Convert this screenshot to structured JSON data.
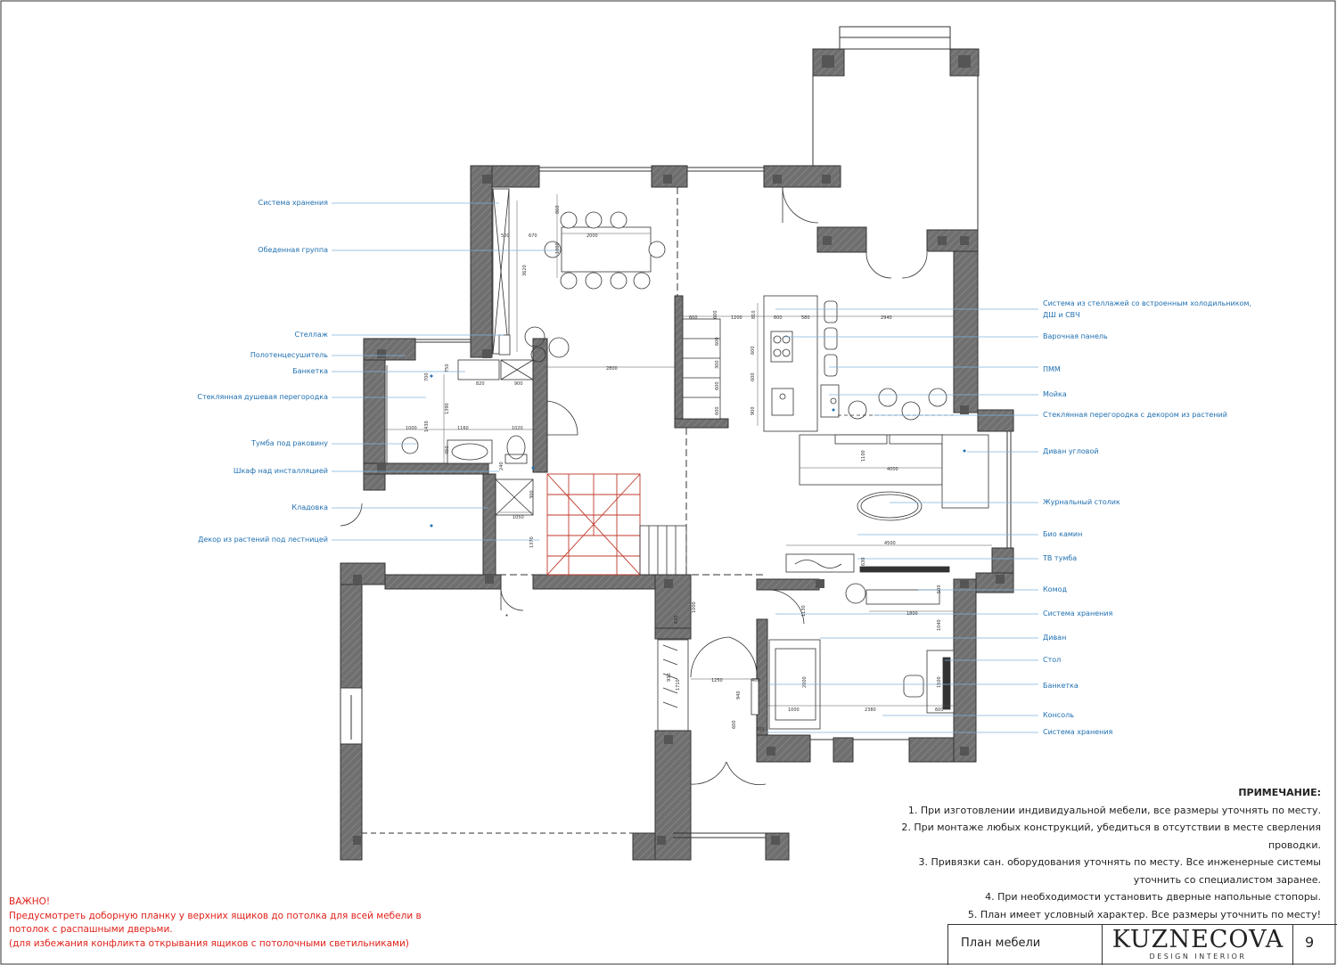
{
  "labels_left": [
    {
      "id": "storage-system-1",
      "text": "Система хранения"
    },
    {
      "id": "dining-group",
      "text": "Обеденная группа"
    },
    {
      "id": "rack",
      "text": "Стеллаж"
    },
    {
      "id": "towel-dryer",
      "text": "Полотенцесушитель"
    },
    {
      "id": "bench-1",
      "text": "Банкетка"
    },
    {
      "id": "glass-shower-partition",
      "text": "Стеклянная душевая перегородка"
    },
    {
      "id": "sink-cabinet",
      "text": "Тумба под раковину"
    },
    {
      "id": "installation-cabinet",
      "text": "Шкаф над инсталляцией"
    },
    {
      "id": "pantry",
      "text": "Кладовка"
    },
    {
      "id": "plant-decor-stairs",
      "text": "Декор из растений под лестницей"
    }
  ],
  "labels_right": [
    {
      "id": "shelving-fridge",
      "text": "Система из стеллажей со встроенным холодильником,"
    },
    {
      "id": "shelving-fridge-2",
      "text": "ДШ и СВЧ"
    },
    {
      "id": "cooktop",
      "text": "Варочная панель"
    },
    {
      "id": "dishwasher",
      "text": "ПММ"
    },
    {
      "id": "kitchen-sink",
      "text": "Мойка"
    },
    {
      "id": "glass-partition-plants",
      "text": "Стеклянная перегородка с декором из растений"
    },
    {
      "id": "corner-sofa",
      "text": "Диван угловой"
    },
    {
      "id": "coffee-table",
      "text": "Журнальный столик"
    },
    {
      "id": "bio-fireplace",
      "text": "Био камин"
    },
    {
      "id": "tv-stand",
      "text": "ТВ тумба"
    },
    {
      "id": "dresser",
      "text": "Комод"
    },
    {
      "id": "storage-system-2",
      "text": "Система хранения"
    },
    {
      "id": "sofa",
      "text": "Диван"
    },
    {
      "id": "desk",
      "text": "Стол"
    },
    {
      "id": "bench-2",
      "text": "Банкетка"
    },
    {
      "id": "console",
      "text": "Консоль"
    },
    {
      "id": "storage-system-3",
      "text": "Система хранения"
    }
  ],
  "dimensions": {
    "dining_table_len": "2000",
    "dining_table_wid": "1000",
    "dining_top": "860",
    "dining_side": "670",
    "dining_left": "500",
    "dining_depth": "3620",
    "kitchen_run": "2800",
    "bath_w1": "820",
    "bath_w2": "900",
    "bath_h1": "750",
    "bath_h2": "700",
    "bath_h3": "1390",
    "sink_1000": "1000",
    "sink_1160": "1160",
    "sink_1020": "1020",
    "sink_1430": "1430",
    "sink_450": "450",
    "pantry_w": "1050",
    "pantry_h": "1370",
    "pantry_300": "300",
    "bath_240": "240",
    "island_600a": "600",
    "island_600b": "600",
    "island_1200": "1200",
    "island_600c": "600",
    "island_580": "580",
    "island_2940": "2940",
    "island_810": "810",
    "island_side_600": "600",
    "island_side_300": "300",
    "island_side_600b": "600",
    "island_side_600c": "600",
    "cook_600": "600",
    "cook_600b": "600",
    "cook_900": "900",
    "sofa_len": "4000",
    "sofa_1100": "1100",
    "tv_len": "4500",
    "tv_630": "630",
    "office_1800": "1800",
    "office_500": "500",
    "office_1130": "1130",
    "office_1040": "1040",
    "office_1500": "1500",
    "office_600": "600",
    "office_2380": "2380",
    "office_1000": "1000",
    "office_2000": "2000",
    "office_400": "400",
    "office_200": "200",
    "hall_1250": "1250",
    "hall_630": "630",
    "hall_1000": "1000",
    "hall_930": "930",
    "hall_1710": "1710",
    "hall_600": "600",
    "hall_940": "940"
  },
  "notes": {
    "title": "ПРИМЕЧАНИЕ:",
    "items": [
      "1. При изготовлении индивидуальной мебели, все размеры уточнять по месту.",
      "2. При монтаже любых конструкций, убедиться в отсутствии в месте сверления",
      "проводки.",
      "3. Привязки сан. оборудования уточнять по месту. Все инженерные системы",
      "уточнить со специалистом заранее.",
      "4. При необходимости установить дверные напольные стопоры.",
      "5. План имеет условный характер. Все размеры уточнить по месту!"
    ]
  },
  "important": {
    "title": "ВАЖНО!",
    "lines": [
      "Предусмотреть доборную планку у верхних ящиков до потолка для всей мебели в",
      "потолок с распашными дверьми.",
      "(для избежания конфликта открывания ящиков с потолочными светильниками)"
    ]
  },
  "titleblock": {
    "sheet_title": "План мебели",
    "logo": "KUZNECOVA",
    "logo_sub": "DESIGN INTERIOR",
    "page": "9"
  },
  "colors": {
    "wall": "#6f6f6f",
    "label": "#1f6fb0",
    "leader": "#7fb2dd",
    "red": "#e0211a",
    "stair": "#c0392b"
  }
}
